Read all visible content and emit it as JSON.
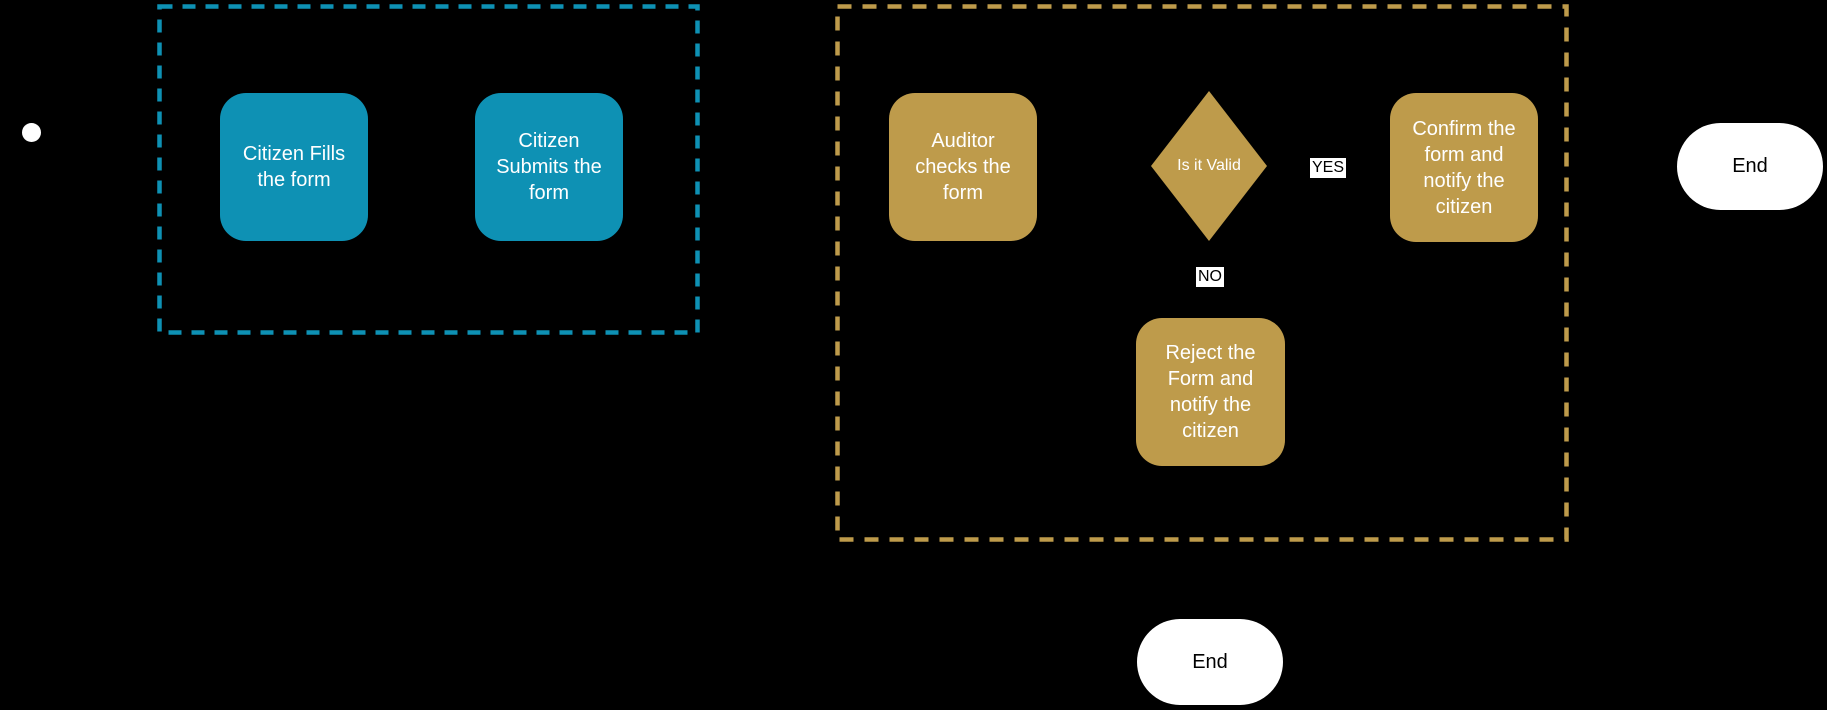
{
  "colors": {
    "background": "#000000",
    "teal": "#0e91b4",
    "gold": "#be9b4b",
    "node_text": "#ffffff",
    "terminal_fill": "#ffffff",
    "terminal_text": "#000000",
    "edge_label_bg": "#ffffff",
    "edge_label_text": "#000000"
  },
  "flowchart": {
    "type": "swimlane-flowchart",
    "lanes": {
      "citizen": {
        "name": "citizen-lane",
        "accent": "#0e91b4",
        "border_style": "dashed"
      },
      "auditor": {
        "name": "auditor-lane",
        "accent": "#be9b4b",
        "border_style": "dashed"
      }
    },
    "nodes": {
      "start": {
        "type": "start-circle"
      },
      "fill_form": {
        "type": "task",
        "label": "Citizen Fills the form"
      },
      "submit_form": {
        "type": "task",
        "label": "Citizen Submits the form"
      },
      "auditor_checks": {
        "type": "task",
        "label": "Auditor checks the form"
      },
      "is_valid": {
        "type": "decision",
        "label": "Is it Valid"
      },
      "confirm": {
        "type": "task",
        "label": "Confirm the form and notify the citizen"
      },
      "reject": {
        "type": "task",
        "label": "Reject the Form and notify the citizen"
      },
      "end_right": {
        "type": "terminal",
        "label": "End"
      },
      "end_bottom": {
        "type": "terminal",
        "label": "End"
      }
    },
    "edge_labels": {
      "yes": "YES",
      "no": "NO"
    }
  }
}
